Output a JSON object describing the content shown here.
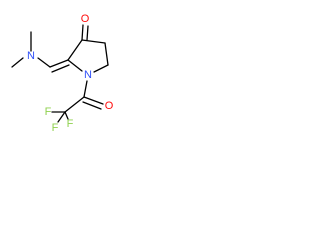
{
  "molecule": {
    "atoms": {
      "ketone_oxygen": "O",
      "dimethylamino_nitrogen": "N",
      "ring_nitrogen": "N",
      "acyl_oxygen": "O",
      "fluorine_1": "F",
      "fluorine_2": "F",
      "fluorine_3": "F"
    },
    "colors": {
      "bond": "#000000",
      "oxygen": "#ff0d0d",
      "nitrogen": "#3050f8",
      "fluorine": "#8fd14f",
      "background": "#ffffff"
    }
  }
}
